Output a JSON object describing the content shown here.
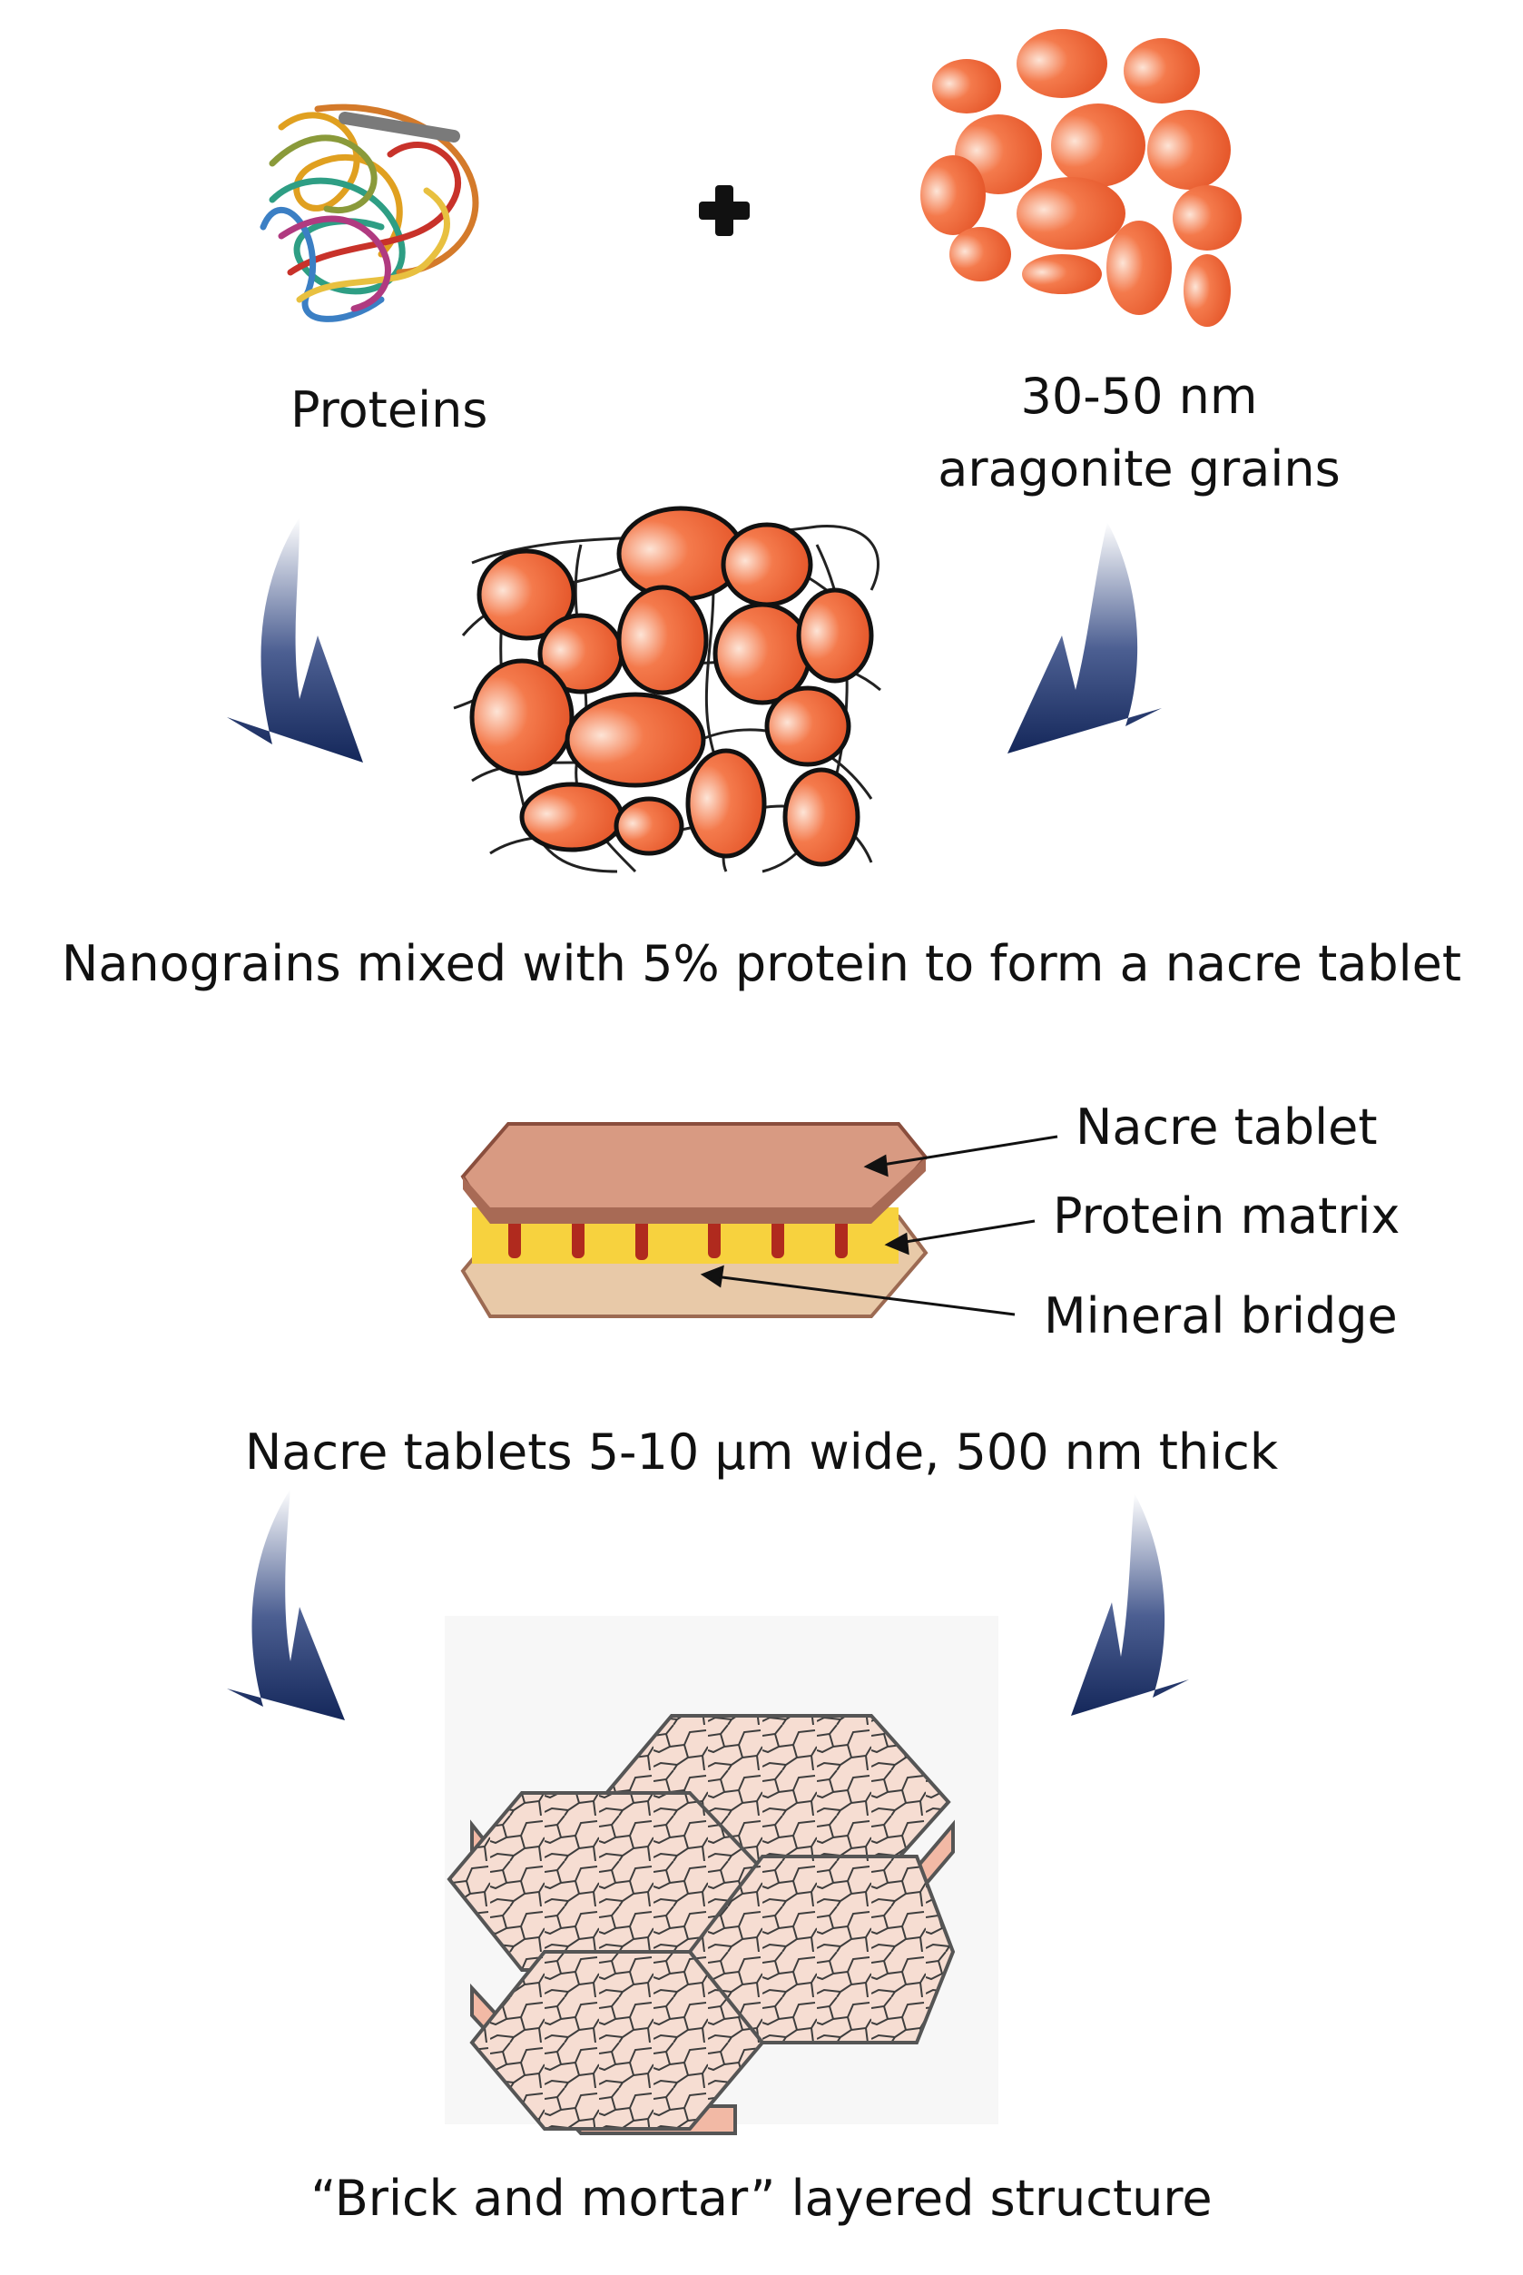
{
  "labels": {
    "proteins": "Proteins",
    "grains_line1": "30-50 nm",
    "grains_line2": "aragonite grains",
    "nanograins_caption": "Nanograins mixed with 5% protein to form a nacre tablet",
    "tablet_label": "Nacre tablet",
    "matrix_label": "Protein matrix",
    "bridge_label": "Mineral bridge",
    "tablets_caption": "Nacre tablets 5-10 µm wide, 500 nm thick",
    "final_caption": "“Brick and mortar” layered structure"
  },
  "colors": {
    "grain_orange": "#e8542a",
    "grain_highlight": "#fbd3c1",
    "arrow_navy": "#14275a",
    "tablet_top": "#d89a82",
    "tablet_edge": "#8a4e3d",
    "protein_yellow": "#f7d23e",
    "bridge_red": "#b02a1e",
    "hex_fill": "#f6ddd2",
    "hex_stroke": "#555555"
  }
}
